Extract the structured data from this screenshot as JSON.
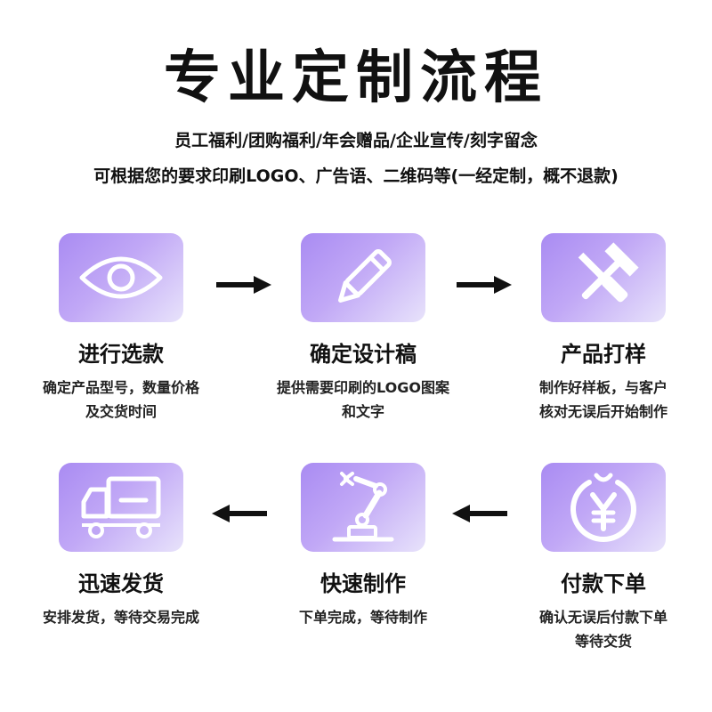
{
  "header": {
    "title": "专业定制流程",
    "subtitle_line1": "员工福利/团购福利/年会赠品/企业宣传/刻字留念",
    "subtitle_line2": "可根据您的要求印刷LOGO、广告语、二维码等(一经定制，概不退款)"
  },
  "colors": {
    "tile_gradient_start": "#a98bf2",
    "tile_gradient_end": "#e8e3fb",
    "text": "#111111"
  },
  "steps": [
    {
      "title": "进行选款",
      "desc_line1": "确定产品型号，数量价格",
      "desc_line2": "及交货时间",
      "icon": "eye-icon"
    },
    {
      "title": "确定设计稿",
      "desc_line1": "提供需要印刷的LOGO图案",
      "desc_line2": "和文字",
      "icon": "pencil-icon"
    },
    {
      "title": "产品打样",
      "desc_line1": "制作好样板，与客户",
      "desc_line2": "核对无误后开始制作",
      "icon": "hammer-screwdriver-icon"
    },
    {
      "title": "付款下单",
      "desc_line1": "确认无误后付款下单",
      "desc_line2": "等待交货",
      "icon": "yen-coin-icon"
    },
    {
      "title": "快速制作",
      "desc_line1": "下单完成，等待制作",
      "desc_line2": "",
      "icon": "robot-arm-icon"
    },
    {
      "title": "迅速发货",
      "desc_line1": "安排发货，等待交易完成",
      "desc_line2": "",
      "icon": "truck-icon"
    }
  ]
}
